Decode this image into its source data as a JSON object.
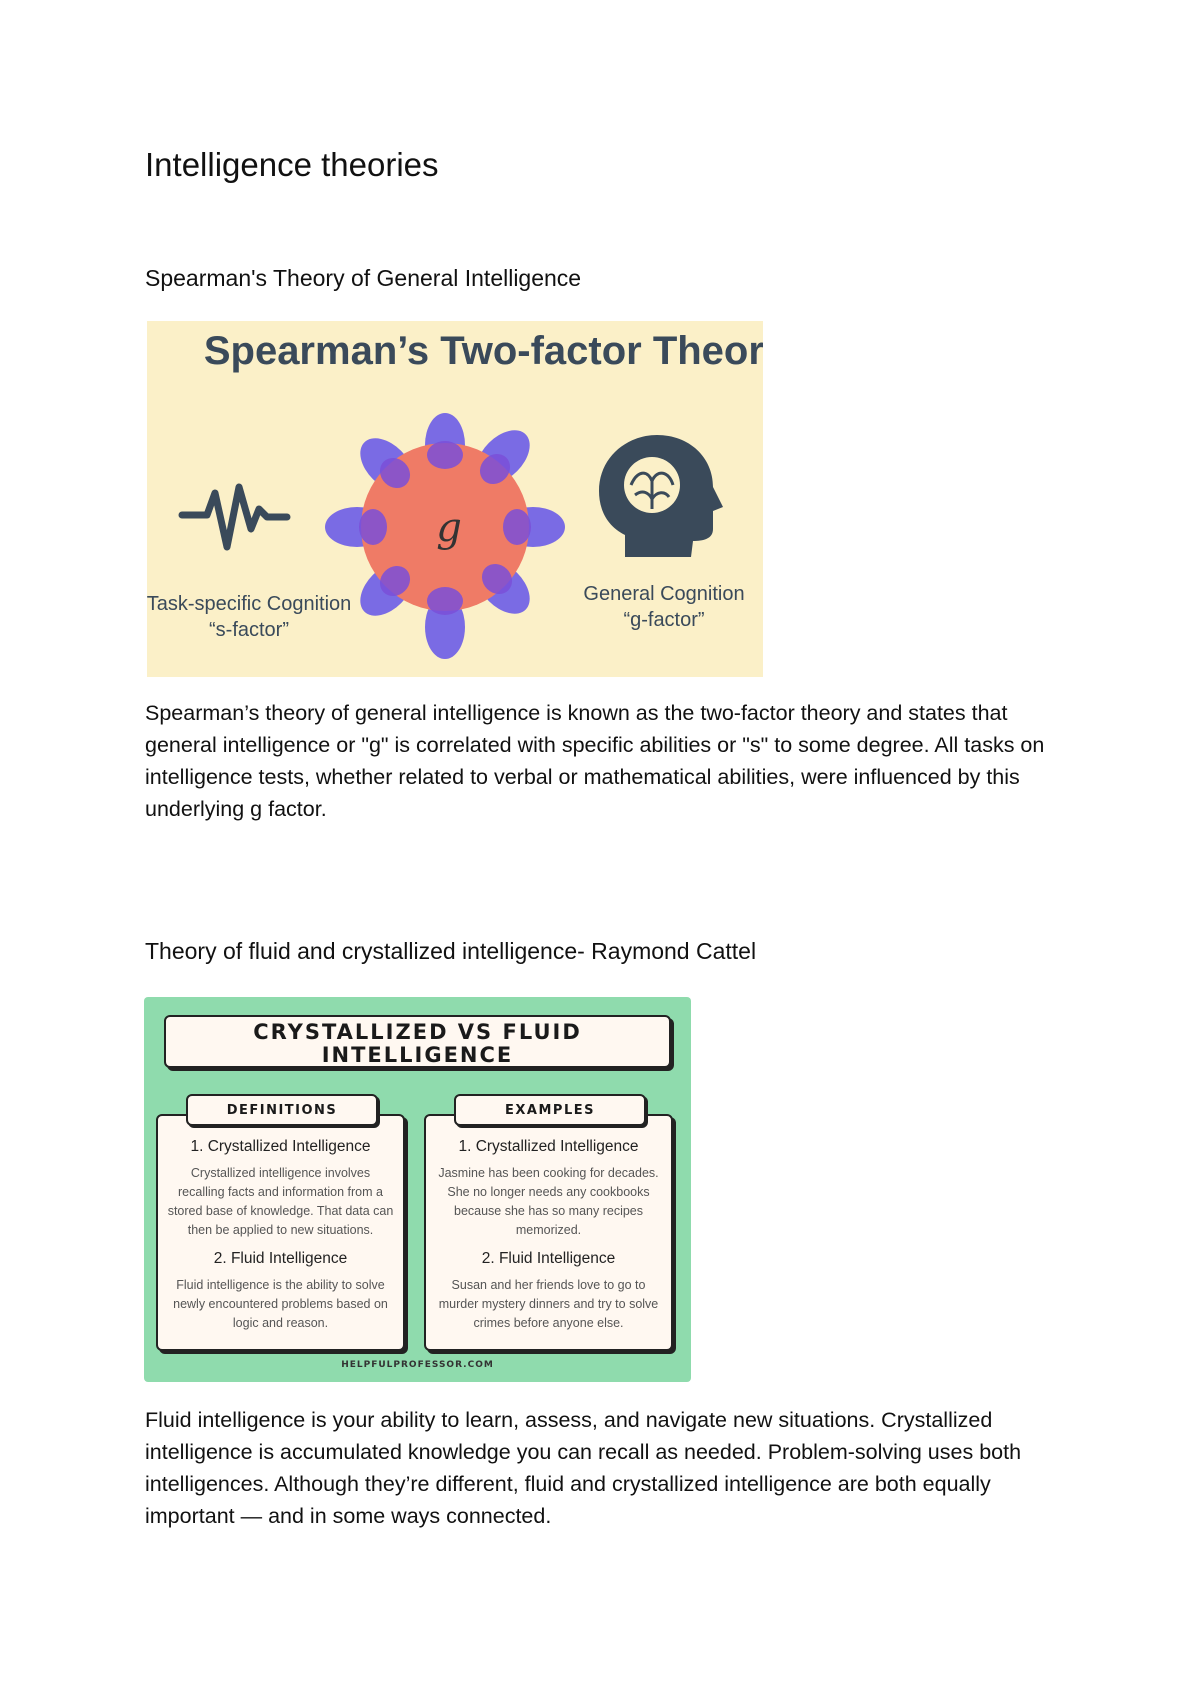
{
  "page_title": "Intelligence theories",
  "section1": {
    "heading": "Spearman's Theory of General Intelligence",
    "figure": {
      "title": "Spearman’s Two-factor Theory",
      "center_label": "g",
      "left_label_line1": "Task-specific Cognition",
      "left_label_line2": "“s-factor”",
      "right_label_line1": "General Cognition",
      "right_label_line2": "“g-factor”",
      "icons": [
        "pulse-icon",
        "brain-head-icon"
      ],
      "colors": {
        "background": "#fbf0c8",
        "center": "#ef7b66",
        "petals": "#6b5ce7",
        "text": "#3a4a5a"
      }
    },
    "paragraph": "Spearman’s theory of general intelligence is known as the two-factor theory and states that general intelligence or \"g\" is correlated with specific abilities or \"s\" to some degree. All tasks on intelligence tests, whether related to verbal or mathematical abilities, were influenced by this underlying g factor."
  },
  "section2": {
    "heading": "Theory of fluid and crystallized intelligence- Raymond Cattel",
    "figure": {
      "banner_line1": "CRYSTALLIZED VS FLUID",
      "banner_line2": "INTELLIGENCE",
      "definitions_tab": "DEFINITIONS",
      "examples_tab": "EXAMPLES",
      "definitions": [
        {
          "title": "1. Crystallized Intelligence",
          "text": "Crystallized intelligence involves recalling facts and information from a stored base of knowledge. That data can then be applied to new situations."
        },
        {
          "title": "2. Fluid Intelligence",
          "text": "Fluid intelligence is the ability to solve newly encountered problems based on logic and reason."
        }
      ],
      "examples": [
        {
          "title": "1. Crystallized Intelligence",
          "text": "Jasmine has been cooking for decades. She no longer needs any cookbooks because she has so many recipes memorized."
        },
        {
          "title": "2. Fluid Intelligence",
          "text": "Susan and her friends love to go to murder mystery dinners and try to solve crimes before anyone else."
        }
      ],
      "footer": "HELPFULPROFESSOR.COM",
      "colors": {
        "background": "#8fdbad",
        "panel": "#fff8f1",
        "border": "#222222"
      }
    },
    "paragraph": "Fluid intelligence is your ability to learn, assess, and navigate new situations. Crystallized intelligence is accumulated knowledge you can recall as needed. Problem-solving uses both intelligences. Although they’re different, fluid and crystallized intelligence are both equally important — and in some ways connected."
  }
}
